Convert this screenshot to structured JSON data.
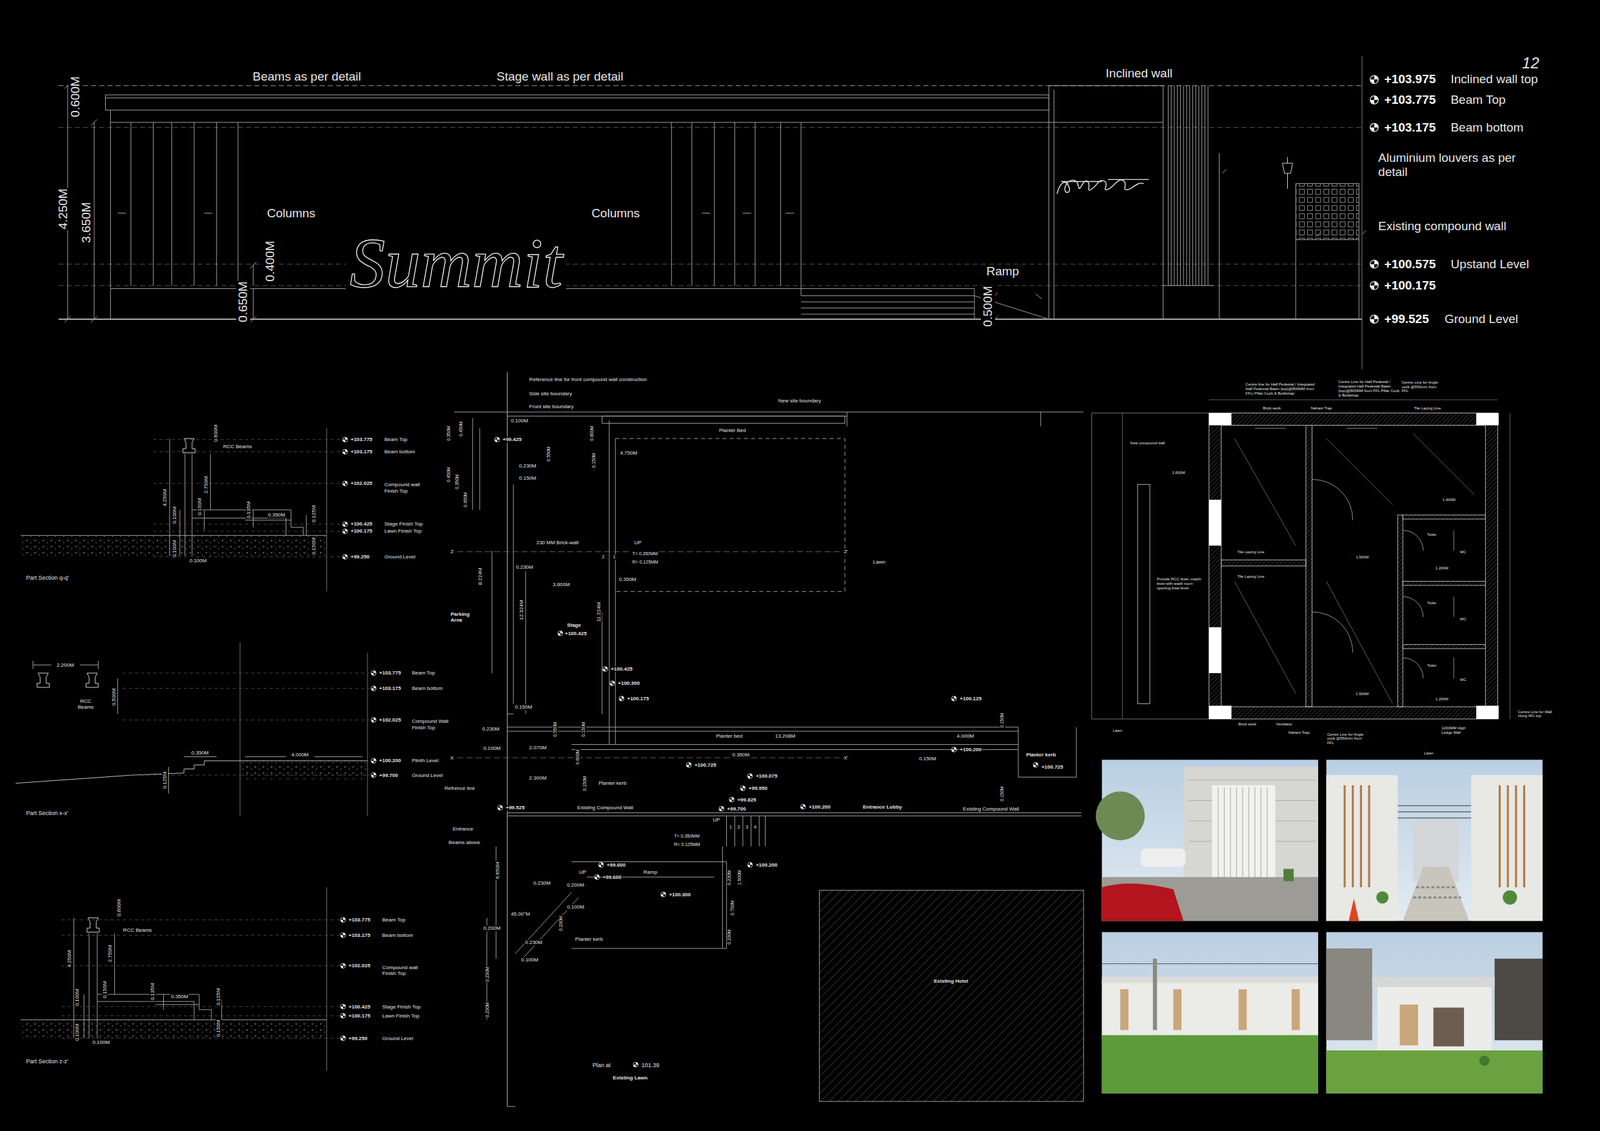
{
  "diagram": {
    "labels": [
      "0.600M",
      "Beams as per detail",
      "Stage wall as per detail",
      "Inclined wall",
      "12",
      "+103.975",
      "Inclined wall top",
      "+103.775",
      "Beam Top",
      "+103.175",
      "Beam bottom",
      "Aluminium louvers as per detail",
      "Existing compound wall",
      "+100.575",
      "Upstand Level",
      "+100.175",
      "+99.525",
      "Ground Level",
      "4.250M",
      "3.650M",
      "Columns",
      "Columns",
      "0.400M",
      "0.650M",
      "Summit",
      "Ramp",
      "0.500M",
      "0.600M",
      "RCC Beams",
      "4.250M",
      "2.750M",
      "0.100M",
      "0.150M",
      "0.135M",
      "0.350M",
      "0.125M",
      "0.150M",
      "0.100M",
      "0.100M",
      "Part Section q-q'",
      "+103.775",
      "Beam Top",
      "+103.175",
      "Beam bottom",
      "+102.025",
      "Compound wall Finish Top",
      "+100.425",
      "Stage Finish Top",
      "+100.175",
      "Lawn Finish Top",
      "+99.250",
      "Ground Level",
      "2.200M",
      "RCC Beams",
      "0.500M",
      "0.350M",
      "4.000M",
      "0.125M",
      "Part Section x-x'",
      "+103.775",
      "Beam Top",
      "+103.175",
      "Beam bottom",
      "+102.025",
      "Compound Wall Finish Top",
      "+100.200",
      "Plinth Level",
      "+99.700",
      "Ground Level",
      "0.600M",
      "RCC Beams",
      "4.250M",
      "2.750M",
      "0.100M",
      "0.150M",
      "0.135M",
      "0.350M",
      "0.125M",
      "0.150M",
      "0.100M",
      "0.100M",
      "Part Section z-z'",
      "+103.775",
      "Beam Top",
      "+103.175",
      "Beam bottom",
      "+102.025",
      "Compound wall Finish Top",
      "+100.425",
      "Stage Finish Top",
      "+100.175",
      "Lawn Finish Top",
      "+99.250",
      "Ground Level",
      "Reference line for front compound wall construction",
      "Side site boundary",
      "Front site boundary",
      "New site boundary",
      "0.100M",
      "0.350M",
      "0.450M",
      "+99.425",
      "0.800M",
      "Planter Bed",
      "0.550M",
      "0.150M",
      "4.750M",
      "0.230M",
      "0.150M",
      "0.450M",
      "0.350M",
      "0.450M",
      "Z",
      "230 MM Brick-wall",
      "UP",
      "2",
      "1",
      "T= 0.350MM",
      "R= 0.125MM",
      "Z'",
      "Lawn",
      "0.230M",
      "8.224M",
      "3.600M",
      "0.350M",
      "Parking Area",
      "12.324M",
      "11.224M",
      "Stage",
      "+100.425",
      "+100.425",
      "+100.300",
      "+100.175",
      "+100.125",
      "0.150M",
      "0.230M",
      "0.550M",
      "0.150M",
      "Planter bed",
      "13.208M",
      "4.000M",
      "0.150M",
      "0.100M",
      "2.070M",
      "0.600M",
      "0.350M",
      "X",
      "X'",
      "+100.200",
      "0.150M",
      "Planter kerb",
      "+100.725",
      "+100.725",
      "+100.075",
      "2.300M",
      "Planter kerb",
      "0.150M",
      "+99.950",
      "0.150M",
      "Refrence line",
      "+99.825",
      "+99.525",
      "Existing Compound Wall",
      "+99.700",
      "+100.200",
      "Entrance Lobby",
      "Existing Compound Wall",
      "UP",
      "1",
      "2",
      "3",
      "4",
      "Entrance",
      "Beams above",
      "T= 0.350MM",
      "R= 0.125MM",
      "+100.200",
      "+99.600",
      "Ramp",
      "UP",
      "+99.600",
      "6.650M",
      "0.230M",
      "0.200M",
      "0.230M",
      "1.500M",
      "+100.300",
      "0.100M",
      "0.750M",
      "45.00°M",
      "0.230M",
      "0.200M",
      "0.230M",
      "Planter kerb",
      "0.230M",
      "0.100M",
      "0.230M",
      "0.230M",
      "Existing Hotel",
      "Plan at",
      "101.39",
      "Existing Lawn",
      "Centre line for Half Pedestal / Integrated Half Pedestal Basin (top)@800MM from FFL/ Pillar Cock & Bottletrap",
      "Centre Line for Half Pedestal / Integrated Half Pedestal Basin (top)@800MM from FFL Pillar Cock & Bottletrap",
      "Centre Line for Angle cock @550mm from FFL",
      "Brick work",
      "Nahani Trap",
      "Tile Laying Line",
      "New compound wall",
      "Toilet",
      "WC",
      "Toilet",
      "WC",
      "Toilet",
      "WC",
      "Tile Laying Line",
      "Tile Laying Line",
      "Provide RCC lintel, match level with wash room opening lintel level",
      "Brick work",
      "Ventilator",
      "Nahani Trap",
      "Centre Line for Angle cock @550mm from FFL",
      "1200MM High Ledge Wall",
      "Lawn",
      "Lawn",
      "Centre Line for Wall Hung WC top",
      "1.600M",
      "1.500M",
      "1.500M",
      "1.200M",
      "1.200M",
      "1.400M"
    ]
  }
}
